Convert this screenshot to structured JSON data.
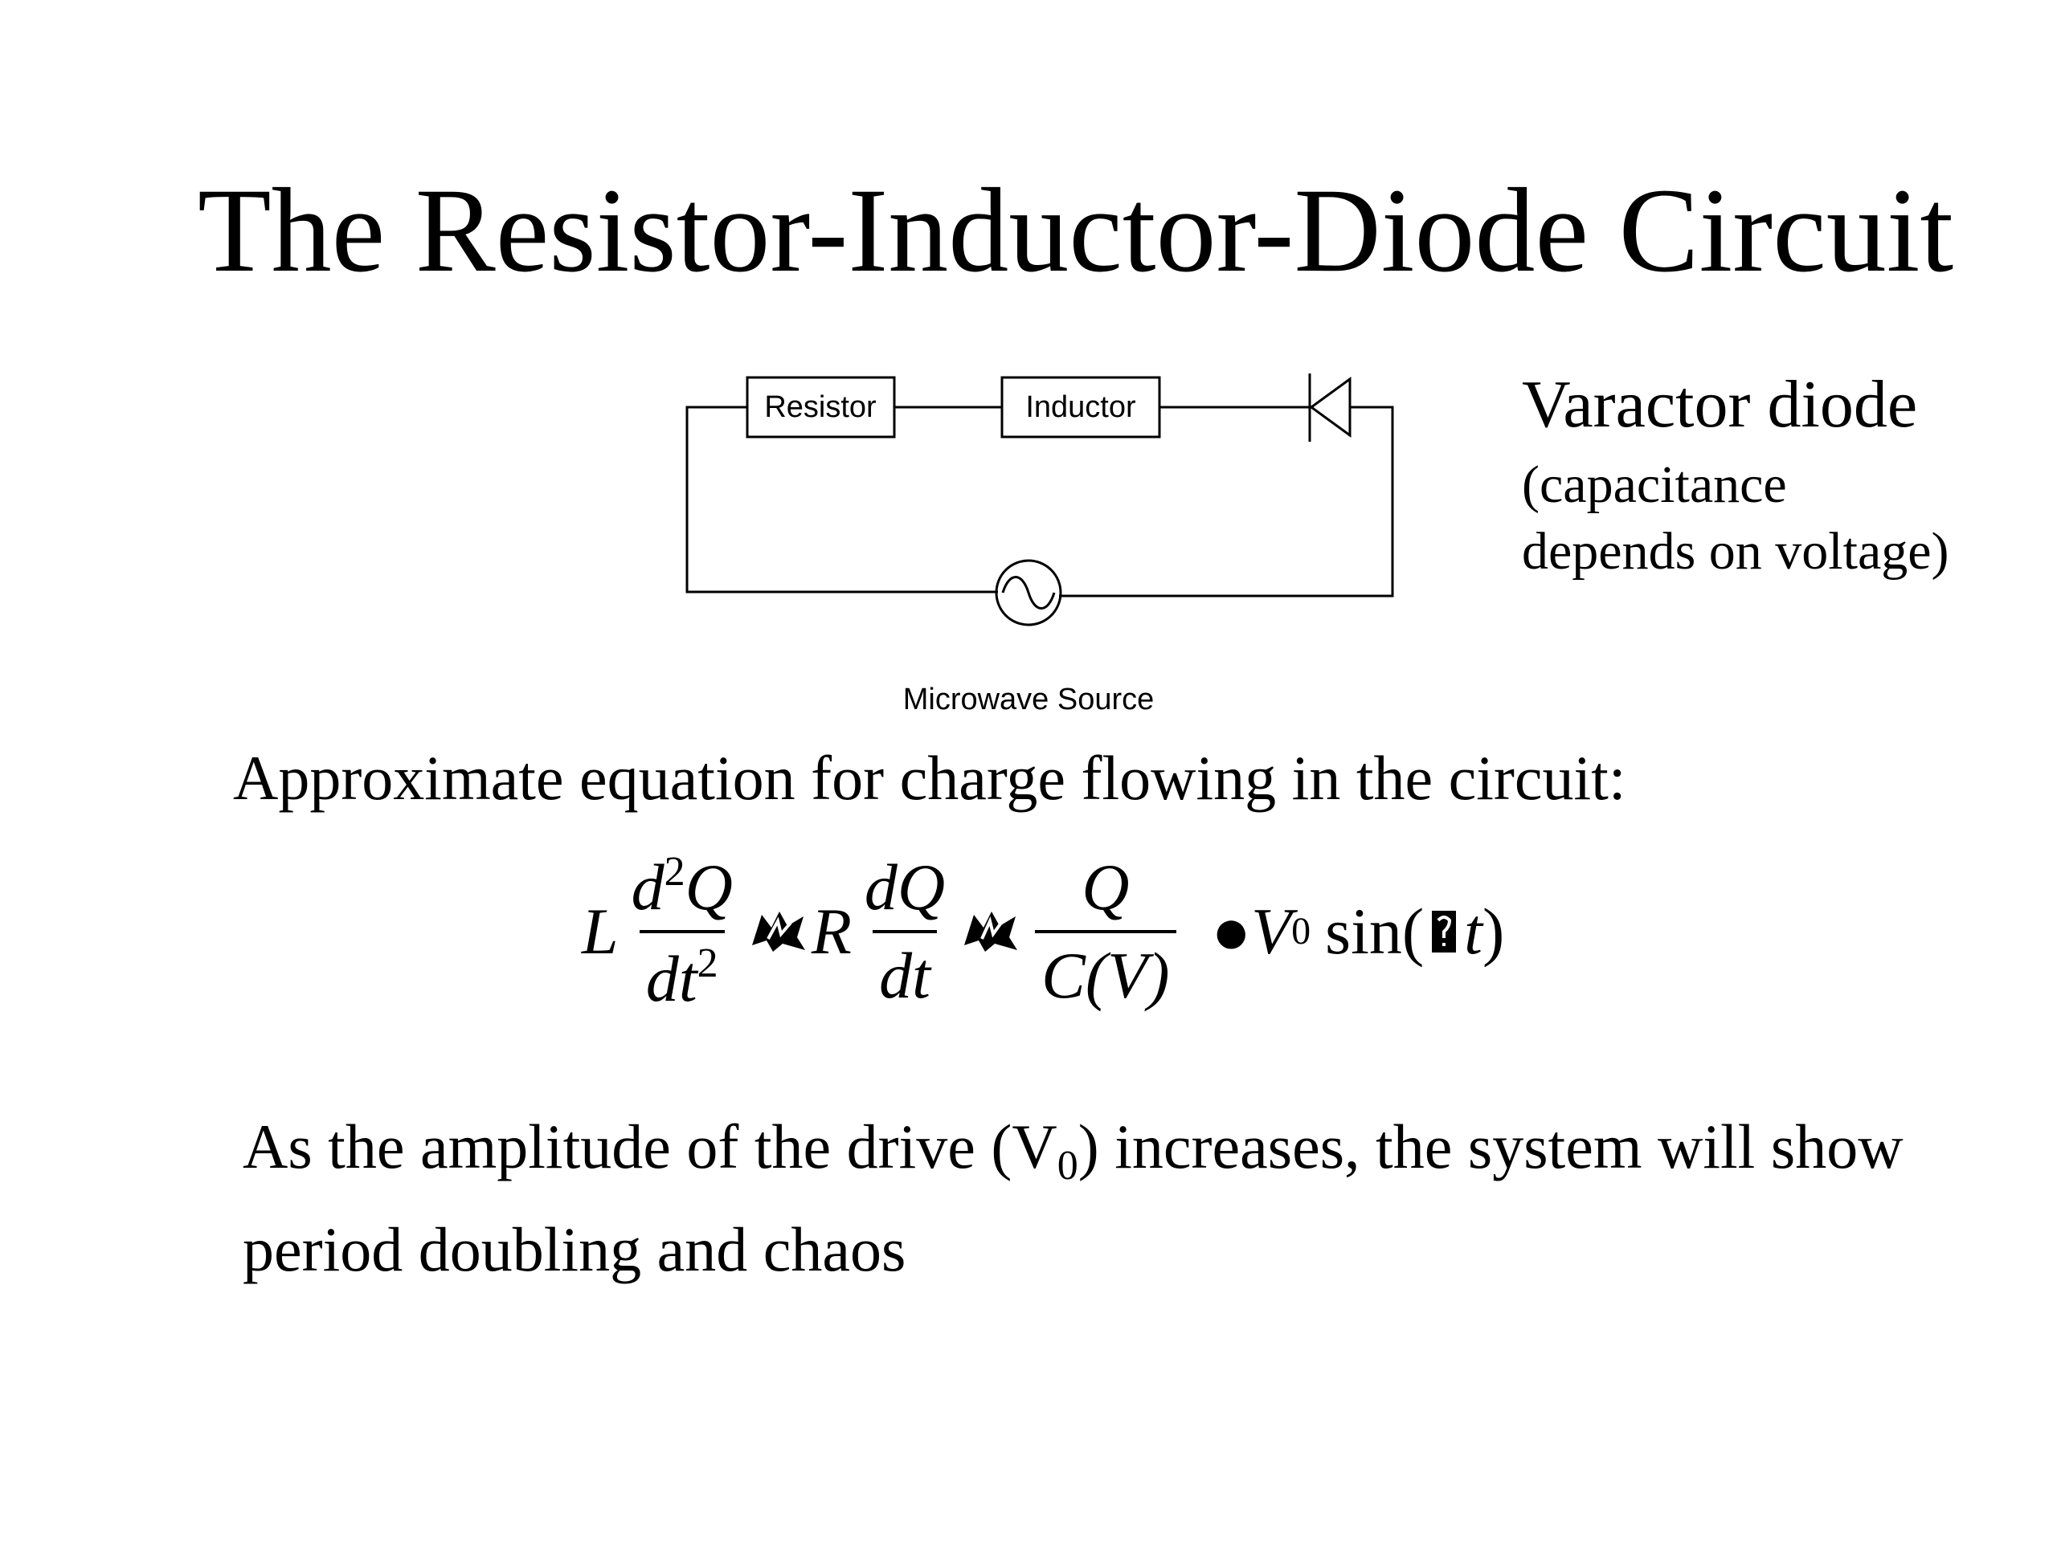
{
  "slide": {
    "title": "The Resistor-Inductor-Diode Circuit"
  },
  "circuit": {
    "resistor_label": "Resistor",
    "inductor_label": "Inductor",
    "source_label": "Microwave Source"
  },
  "diode_note": {
    "title": "Varactor diode",
    "line1": "(capacitance",
    "line2": "depends on voltage)"
  },
  "equation": {
    "intro": "Approximate equation for charge flowing in the circuit:",
    "L": "L",
    "frac1_num_d": "d",
    "frac1_num_exp": "2",
    "frac1_num_Q": "Q",
    "frac1_den_dt": "dt",
    "frac1_den_exp": "2",
    "R": "R",
    "frac2_num": "dQ",
    "frac2_den": "dt",
    "frac3_num": "Q",
    "frac3_den": "C(V)",
    "bullet": "●",
    "V": "V",
    "V_sub": "0",
    "sin_open": "sin(",
    "t": "t",
    "close": ")"
  },
  "conclusion": {
    "part1": "As the amplitude of the drive (V",
    "sub": "0",
    "part2": ") increases, the system will show period doubling and chaos"
  },
  "icons": {
    "diode": "diode-symbol-icon",
    "ac_source": "ac-source-icon",
    "garbled_symbol": "garbled-glyph-icon"
  }
}
